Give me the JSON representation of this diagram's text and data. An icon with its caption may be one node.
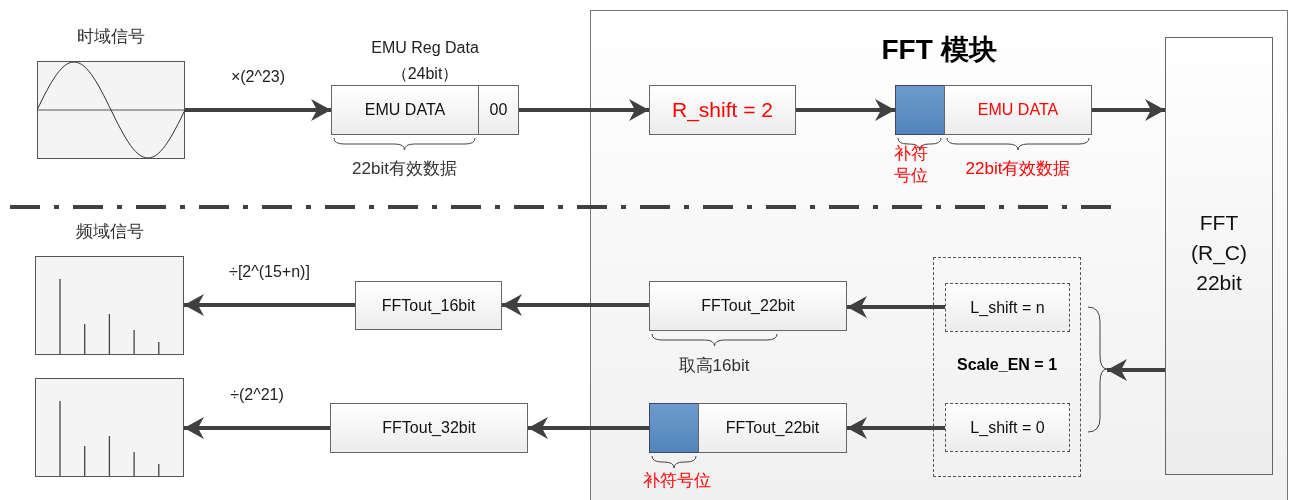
{
  "diagram": {
    "nodes": [
      {
        "text": [
          "时域信号"
        ]
      },
      {
        "text": [
          "EMU Reg Data （24bit）"
        ]
      },
      {
        "text": [
          "EMU DATA"
        ],
        "in": 1,
        "beside": [
          "22bit有效数据"
        ]
      },
      {
        "text": [
          "00"
        ],
        "in": 1
      },
      {
        "text": [
          "FFT 模块"
        ]
      },
      {
        "text": [
          "R_shift = 2"
        ],
        "in": 4
      },
      {
        "text": [],
        "shape": "box",
        "in": 4,
        "beside": [
          "补符号位"
        ]
      },
      {
        "text": [
          "EMU DATA"
        ],
        "in": 4,
        "beside": [
          "22bit有效数据"
        ]
      },
      {
        "text": [
          "FFT (R_C) 22bit"
        ],
        "in": 4
      },
      {
        "text": [
          "Scale_EN = 1"
        ],
        "in": 4
      },
      {
        "text": [
          "L_shift = n"
        ],
        "in": 9
      },
      {
        "text": [
          "L_shift = 0"
        ],
        "in": 9
      },
      {
        "text": [
          "FFTout_22bit"
        ],
        "in": 4,
        "beside": [
          "取高16bit"
        ]
      },
      {
        "text": [],
        "shape": "box",
        "in": 4,
        "beside": [
          "补符号位"
        ]
      },
      {
        "text": [
          "FFTout_22bit"
        ],
        "in": 4
      },
      {
        "text": [
          "FFTout_16bit"
        ]
      },
      {
        "text": [
          "FFTout_32bit"
        ]
      },
      {
        "text": [
          "频域信号"
        ]
      },
      {
        "text": [],
        "shape": "picture"
      }
    ],
    "edges": [
      {
        "from": 0,
        "to": 1,
        "arrow": "to",
        "label": "×(2^23)"
      },
      {
        "from": 1,
        "to": 5,
        "arrow": "to"
      },
      {
        "from": 5,
        "to": 6,
        "arrow": "to"
      },
      {
        "from": 7,
        "to": 8,
        "arrow": "to"
      },
      {
        "from": 8,
        "to": 9,
        "arrow": "to"
      },
      {
        "from": 10,
        "to": 12,
        "arrow": "to"
      },
      {
        "from": 11,
        "to": 14,
        "arrow": "to"
      },
      {
        "from": 12,
        "to": 15,
        "arrow": "to"
      },
      {
        "from": 13,
        "to": 16,
        "arrow": "to"
      },
      {
        "from": 15,
        "to": 17,
        "arrow": "to",
        "label": "÷[2^(15+n)]"
      },
      {
        "from": 16,
        "to": 18,
        "arrow": "to",
        "label": "÷(2^21)"
      }
    ]
  }
}
